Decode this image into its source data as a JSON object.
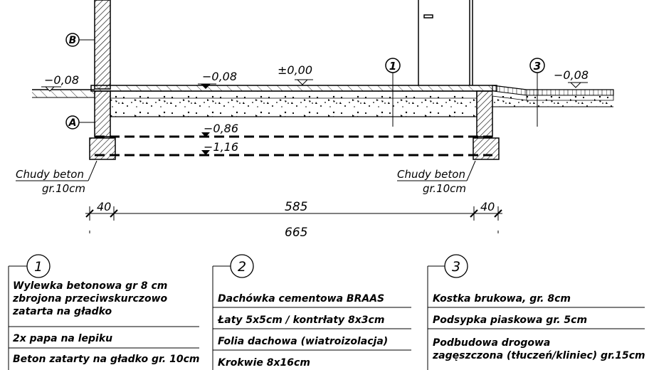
{
  "section": {
    "axis_labels": {
      "B": "B",
      "A": "A"
    },
    "levels": {
      "left_ground": "−0,08",
      "floor": "−0,08",
      "zero": "±0,00",
      "right_ground": "−0,08",
      "level_086": "−0,86",
      "level_116": "−1,16"
    },
    "lean_concrete_left": [
      "Chudy beton",
      "gr.10cm"
    ],
    "lean_concrete_right": [
      "Chudy beton",
      "gr.10cm"
    ],
    "dimensions": {
      "left_wall": "40",
      "span": "585",
      "right_wall": "40",
      "total": "665"
    },
    "callouts": [
      "1",
      "3"
    ]
  },
  "legend": [
    {
      "number": "1",
      "layers": [
        "Wylewka betonowa gr 8 cm",
        "zbrojona przeciwskurczowo",
        "zatarta na gładko",
        "2x papa na lepiku",
        "Beton zatarty na gładko gr. 10cm"
      ]
    },
    {
      "number": "2",
      "layers": [
        "Dachówka cementowa BRAAS",
        "Łaty 5x5cm / kontrłaty 8x3cm",
        "Folia dachowa (wiatroizolacja)",
        "Krokwie 8x16cm"
      ]
    },
    {
      "number": "3",
      "layers": [
        "Kostka brukowa, gr. 8cm",
        "Podsypka piaskowa gr. 5cm",
        "Podbudowa drogowa",
        "zagęszczona (tłuczeń/kliniec) gr.15cm"
      ]
    }
  ]
}
